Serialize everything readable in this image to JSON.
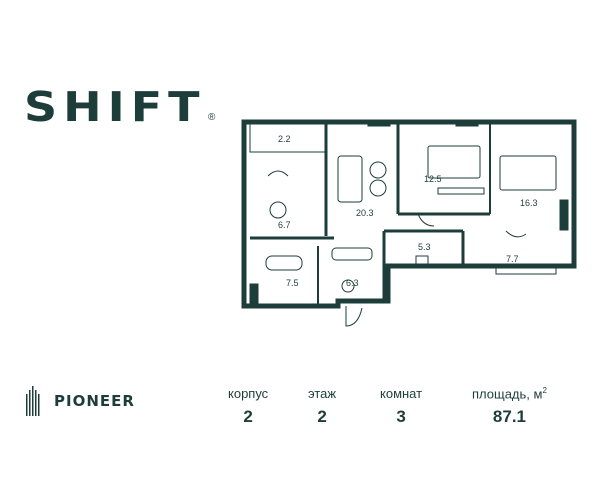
{
  "logo": {
    "text": "SHIFT",
    "registered": "®"
  },
  "plan": {
    "rooms": [
      {
        "id": "balcony",
        "area": "2.2"
      },
      {
        "id": "kitchen",
        "area": "6.7"
      },
      {
        "id": "living",
        "area": "20.3"
      },
      {
        "id": "bedroom-1",
        "area": "12.5"
      },
      {
        "id": "bedroom-2",
        "area": "16.3"
      },
      {
        "id": "bathroom-1",
        "area": "7.5"
      },
      {
        "id": "hall",
        "area": "6.3"
      },
      {
        "id": "bathroom-2",
        "area": "5.3"
      },
      {
        "id": "wardrobe",
        "area": "7.7"
      }
    ]
  },
  "brand": {
    "name": "PIONEER"
  },
  "stats": {
    "building_label": "корпус",
    "building_value": "2",
    "floor_label": "этаж",
    "floor_value": "2",
    "rooms_label": "комнат",
    "rooms_value": "3",
    "area_label": "площадь, м",
    "area_sup": "2",
    "area_value": "87.1"
  },
  "colors": {
    "brand": "#1d3d3a"
  }
}
